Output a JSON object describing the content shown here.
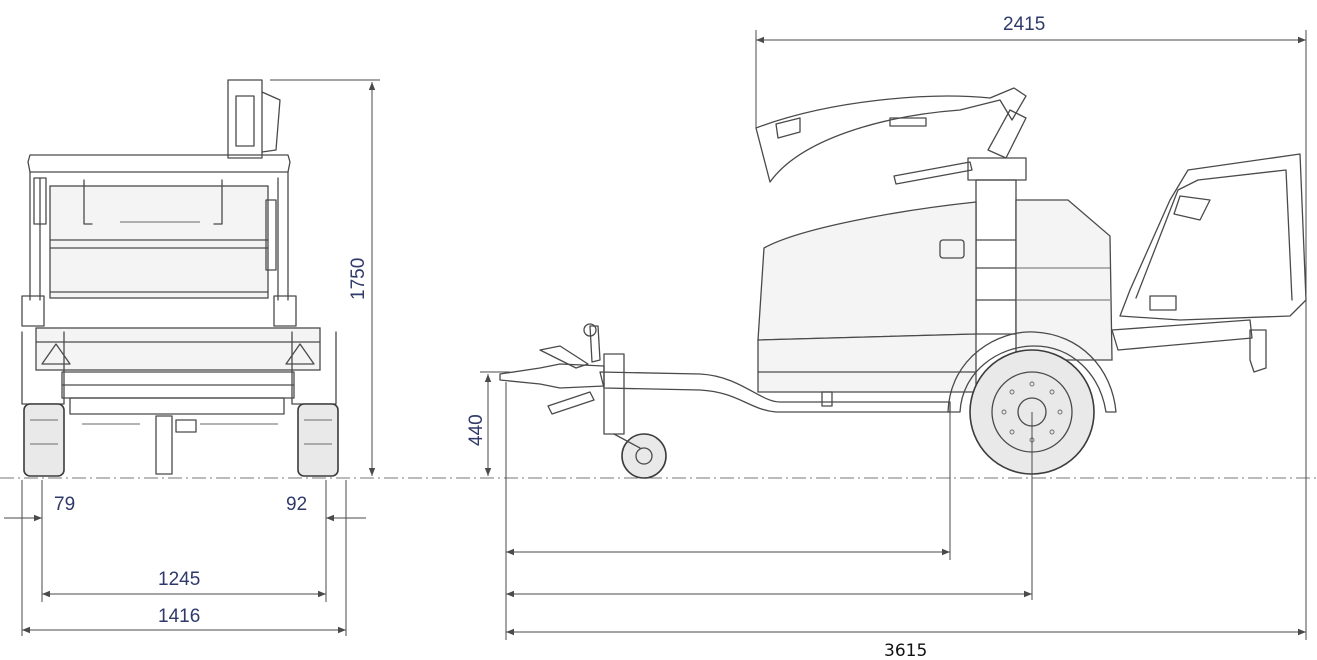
{
  "dimensions": {
    "overall_length": "3615",
    "body_length": "2415",
    "height": "1750",
    "hitch_height": "440",
    "track_width": "1245",
    "overall_width": "1416",
    "left_overhang": "79",
    "right_overhang": "92"
  },
  "colors": {
    "dimension_text": "#2f3a6b",
    "lines": "#4a4a4a",
    "background": "#ffffff"
  }
}
